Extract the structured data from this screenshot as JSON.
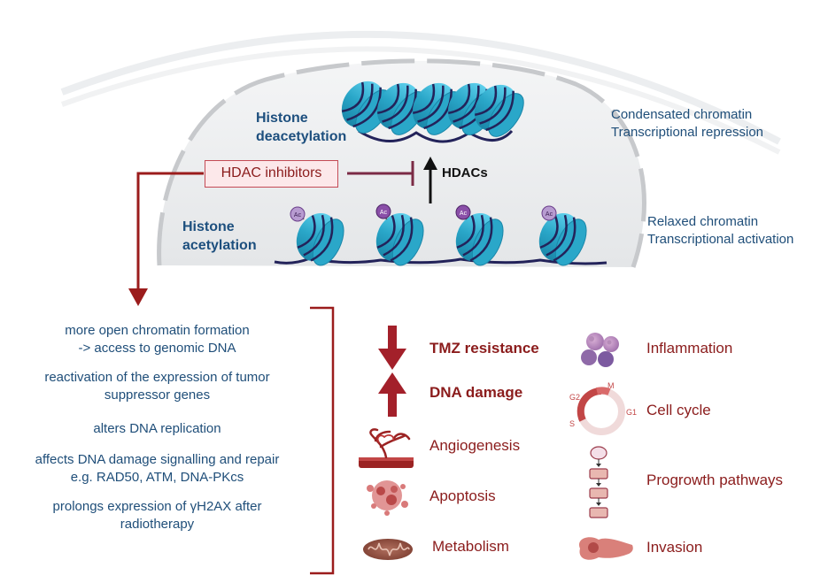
{
  "nucleus": {
    "deacetylation_label": "Histone\ndeacetylation",
    "acetylation_label": "Histone\nacetylation",
    "condensed_state": [
      "Condensated chromatin",
      "Transcriptional repression"
    ],
    "relaxed_state": [
      "Relaxed chromatin",
      "Transcriptional activation"
    ],
    "inhibitor_label": "HDAC inhibitors",
    "enzyme_label": "HDACs",
    "acetyl_tag": "Ac"
  },
  "mechanisms": [
    "more open chromatin formation\n-> access to genomic DNA",
    "reactivation of the expression of tumor\nsuppressor genes",
    "alters DNA replication",
    "affects DNA damage signalling and repair\ne.g. RAD50, ATM, DNA-PKcs",
    "prolongs expression of γH2AX after\nradiotherapy"
  ],
  "effects": {
    "tmz": "TMZ resistance",
    "dna_damage": "DNA damage",
    "angiogenesis": "Angiogenesis",
    "apoptosis": "Apoptosis",
    "metabolism": "Metabolism",
    "inflammation": "Inflammation",
    "cell_cycle": "Cell cycle",
    "progrowth": "Progrowth pathways",
    "invasion": "Invasion",
    "cycle_phases": {
      "m": "M",
      "g1": "G1",
      "g2": "G2",
      "s": "S"
    }
  },
  "colors": {
    "title_blue": "#1d4f7e",
    "text_blue": "#1f4e79",
    "accent_red": "#8b1c1c",
    "histone": "#2aa7c9",
    "dna": "#23235a",
    "acetyl": "#8a4fa8"
  }
}
